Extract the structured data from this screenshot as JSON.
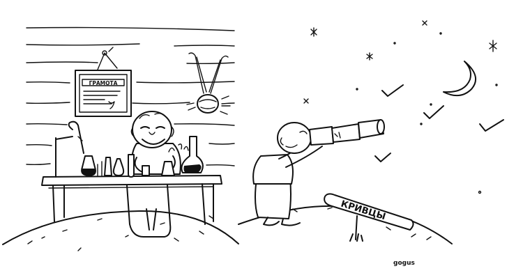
{
  "diploma": {
    "label": "ГРАМОТА"
  },
  "signpost": {
    "label": "КРИВЦЫ"
  },
  "signature": {
    "text": "gogus"
  }
}
